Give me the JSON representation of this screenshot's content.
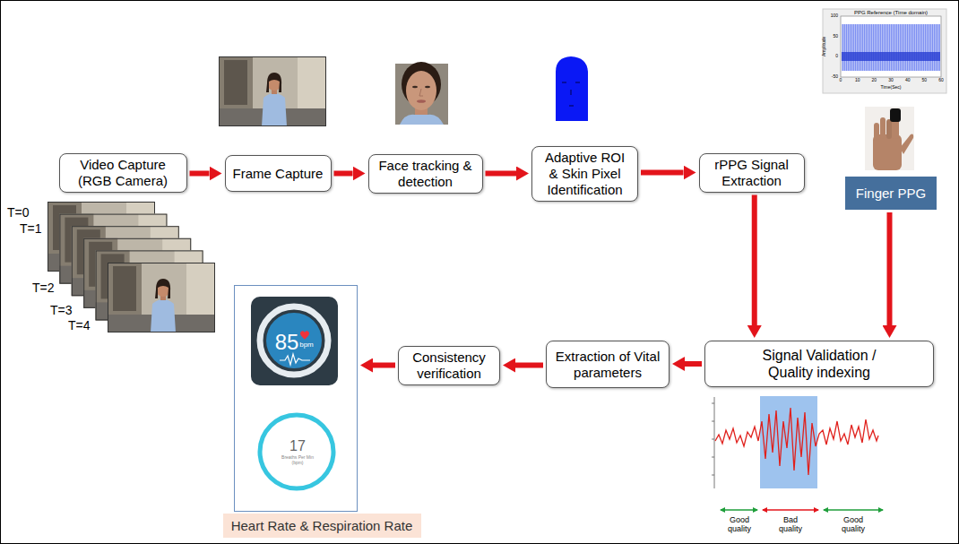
{
  "diagram": {
    "nodes": [
      {
        "text": [
          "Video Capture (RGB Camera)"
        ]
      },
      {
        "text": [
          "Frame Capture"
        ]
      },
      {
        "text": [
          "Face tracking & detection"
        ]
      },
      {
        "text": [
          "Adaptive ROI & Skin Pixel Identification"
        ]
      },
      {
        "text": [
          "rPPG Signal Extraction"
        ]
      },
      {
        "text": [
          "Finger PPG"
        ]
      },
      {
        "text": [
          "Signal Validation / Quality indexing"
        ]
      },
      {
        "text": [
          "Extraction of Vital parameters"
        ]
      },
      {
        "text": [
          "Consistency verification"
        ]
      },
      {
        "text": [
          "85",
          "bpm",
          "17",
          "Breaths Per Min (bpm)"
        ]
      },
      {
        "text": [
          "Heart Rate & Respiration Rate"
        ]
      }
    ],
    "edges": [
      {
        "from": 0,
        "to": 1,
        "arrow": "to"
      },
      {
        "from": 1,
        "to": 2,
        "arrow": "to"
      },
      {
        "from": 2,
        "to": 3,
        "arrow": "to"
      },
      {
        "from": 3,
        "to": 4,
        "arrow": "to"
      },
      {
        "from": 4,
        "to": 6,
        "arrow": "to"
      },
      {
        "from": 5,
        "to": 6,
        "arrow": "to"
      },
      {
        "from": 6,
        "to": 7,
        "arrow": "to"
      },
      {
        "from": 7,
        "to": 8,
        "arrow": "to"
      },
      {
        "from": 8,
        "to": 9,
        "arrow": "to"
      }
    ],
    "labels": [
      "T=0",
      "T=1",
      "T=2",
      "T=3",
      "T=4",
      "PPG Reference (Time domain)",
      "Amplitude",
      "Time(Sec)",
      "100",
      "50",
      "0",
      "-50",
      "0",
      "10",
      "20",
      "30",
      "40",
      "50",
      "60",
      "Good quality",
      "Bad quality",
      "Good quality"
    ]
  }
}
